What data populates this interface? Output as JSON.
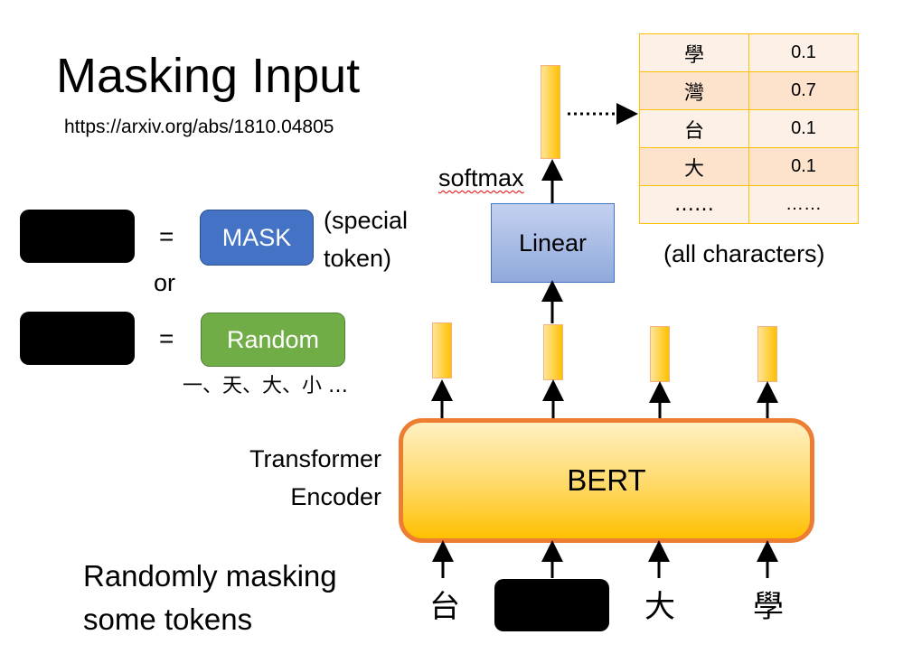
{
  "title": "Masking Input",
  "reference_url": "https://arxiv.org/abs/1810.04805",
  "mask_option": {
    "equals": "=",
    "token_label": "MASK",
    "note_line1": "(special",
    "note_line2": "token)"
  },
  "or_label": "or",
  "random_option": {
    "equals": "=",
    "token_label": "Random",
    "examples": "一、天、大、小 …"
  },
  "encoder_label": {
    "line1": "Transformer",
    "line2": "Encoder"
  },
  "model_label": "BERT",
  "linear_label": "Linear",
  "softmax_label": "softmax",
  "bottom_caption": {
    "line1": "Randomly masking",
    "line2": "some tokens"
  },
  "input_tokens": [
    "台",
    "[masked]",
    "大",
    "學"
  ],
  "output_table": {
    "rows": [
      {
        "char": "學",
        "prob": "0.1"
      },
      {
        "char": "灣",
        "prob": "0.7"
      },
      {
        "char": "台",
        "prob": "0.1"
      },
      {
        "char": "大",
        "prob": "0.1"
      },
      {
        "char": "……",
        "prob": "……"
      }
    ],
    "caption": "(all characters)"
  },
  "colors": {
    "mask_blue": "#4472c4",
    "random_green": "#70ad47",
    "bert_border": "#ed7d31",
    "vector_fill": "#ffd966",
    "table_border": "#ffc000",
    "linear_fill": "#8faadc"
  }
}
